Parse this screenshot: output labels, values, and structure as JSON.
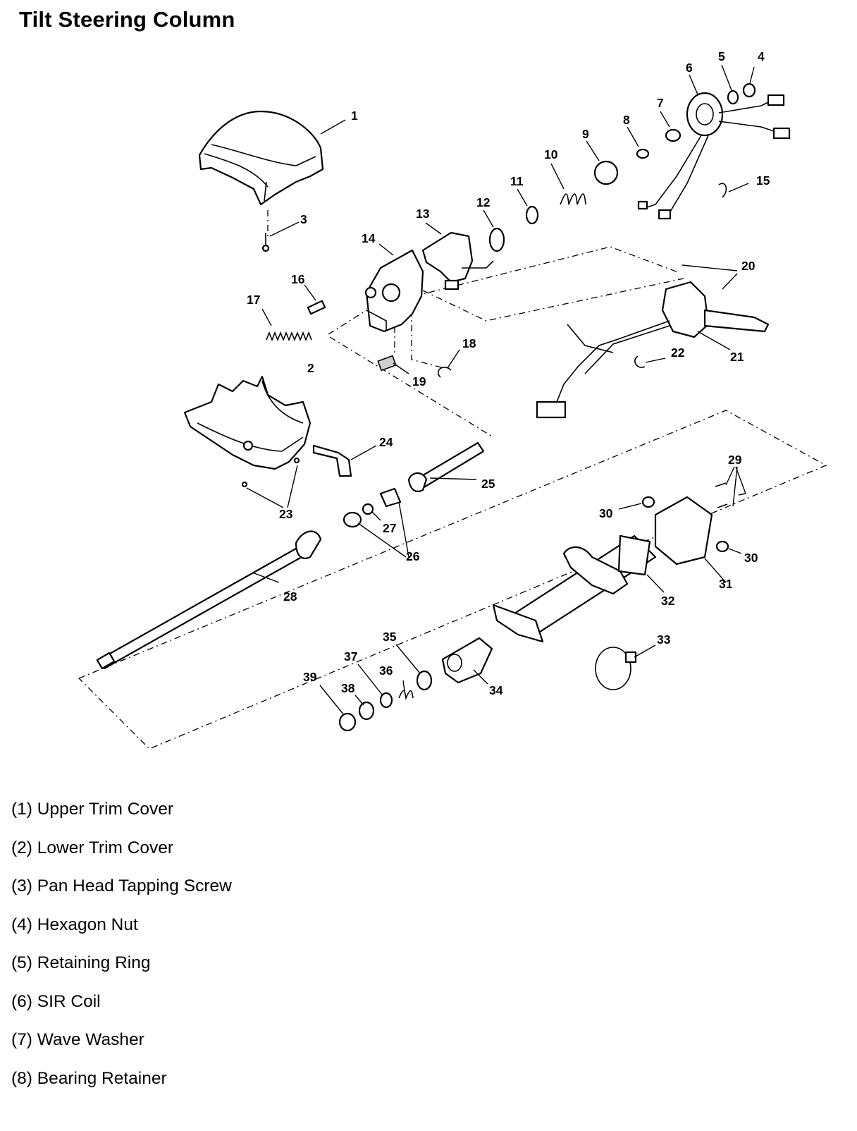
{
  "title": "Tilt Steering Column",
  "callouts": [
    "1",
    "2",
    "3",
    "4",
    "5",
    "6",
    "7",
    "8",
    "9",
    "10",
    "11",
    "12",
    "13",
    "14",
    "15",
    "16",
    "17",
    "18",
    "19",
    "20",
    "21",
    "22",
    "23",
    "24",
    "25",
    "26",
    "27",
    "28",
    "29",
    "30",
    "30",
    "31",
    "32",
    "33",
    "34",
    "35",
    "36",
    "37",
    "38",
    "39"
  ],
  "legend": [
    {
      "num": "(1)",
      "text": "Upper Trim Cover"
    },
    {
      "num": "(2)",
      "text": "Lower Trim Cover"
    },
    {
      "num": "(3)",
      "text": "Pan Head Tapping Screw"
    },
    {
      "num": "(4)",
      "text": "Hexagon Nut"
    },
    {
      "num": "(5)",
      "text": "Retaining Ring"
    },
    {
      "num": "(6)",
      "text": "SIR Coil"
    },
    {
      "num": "(7)",
      "text": "Wave Washer"
    },
    {
      "num": "(8)",
      "text": "Bearing Retainer"
    }
  ]
}
